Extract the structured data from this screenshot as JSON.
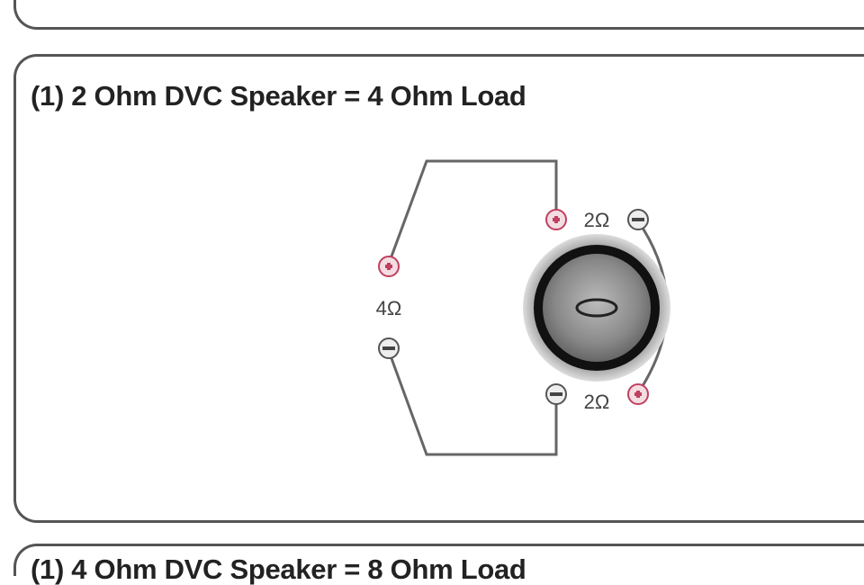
{
  "panels": [
    {
      "title": ""
    },
    {
      "title": "(1) 2 Ohm DVC Speaker = 4 Ohm Load",
      "amp_terminal_label": "4Ω",
      "voice_coil_1_label": "2Ω",
      "voice_coil_2_label": "2Ω"
    },
    {
      "title": "(1) 4 Ohm DVC Speaker = 8 Ohm Load"
    }
  ],
  "colors": {
    "positive": "#c04060",
    "negative": "#555555",
    "wire": "#666666"
  }
}
